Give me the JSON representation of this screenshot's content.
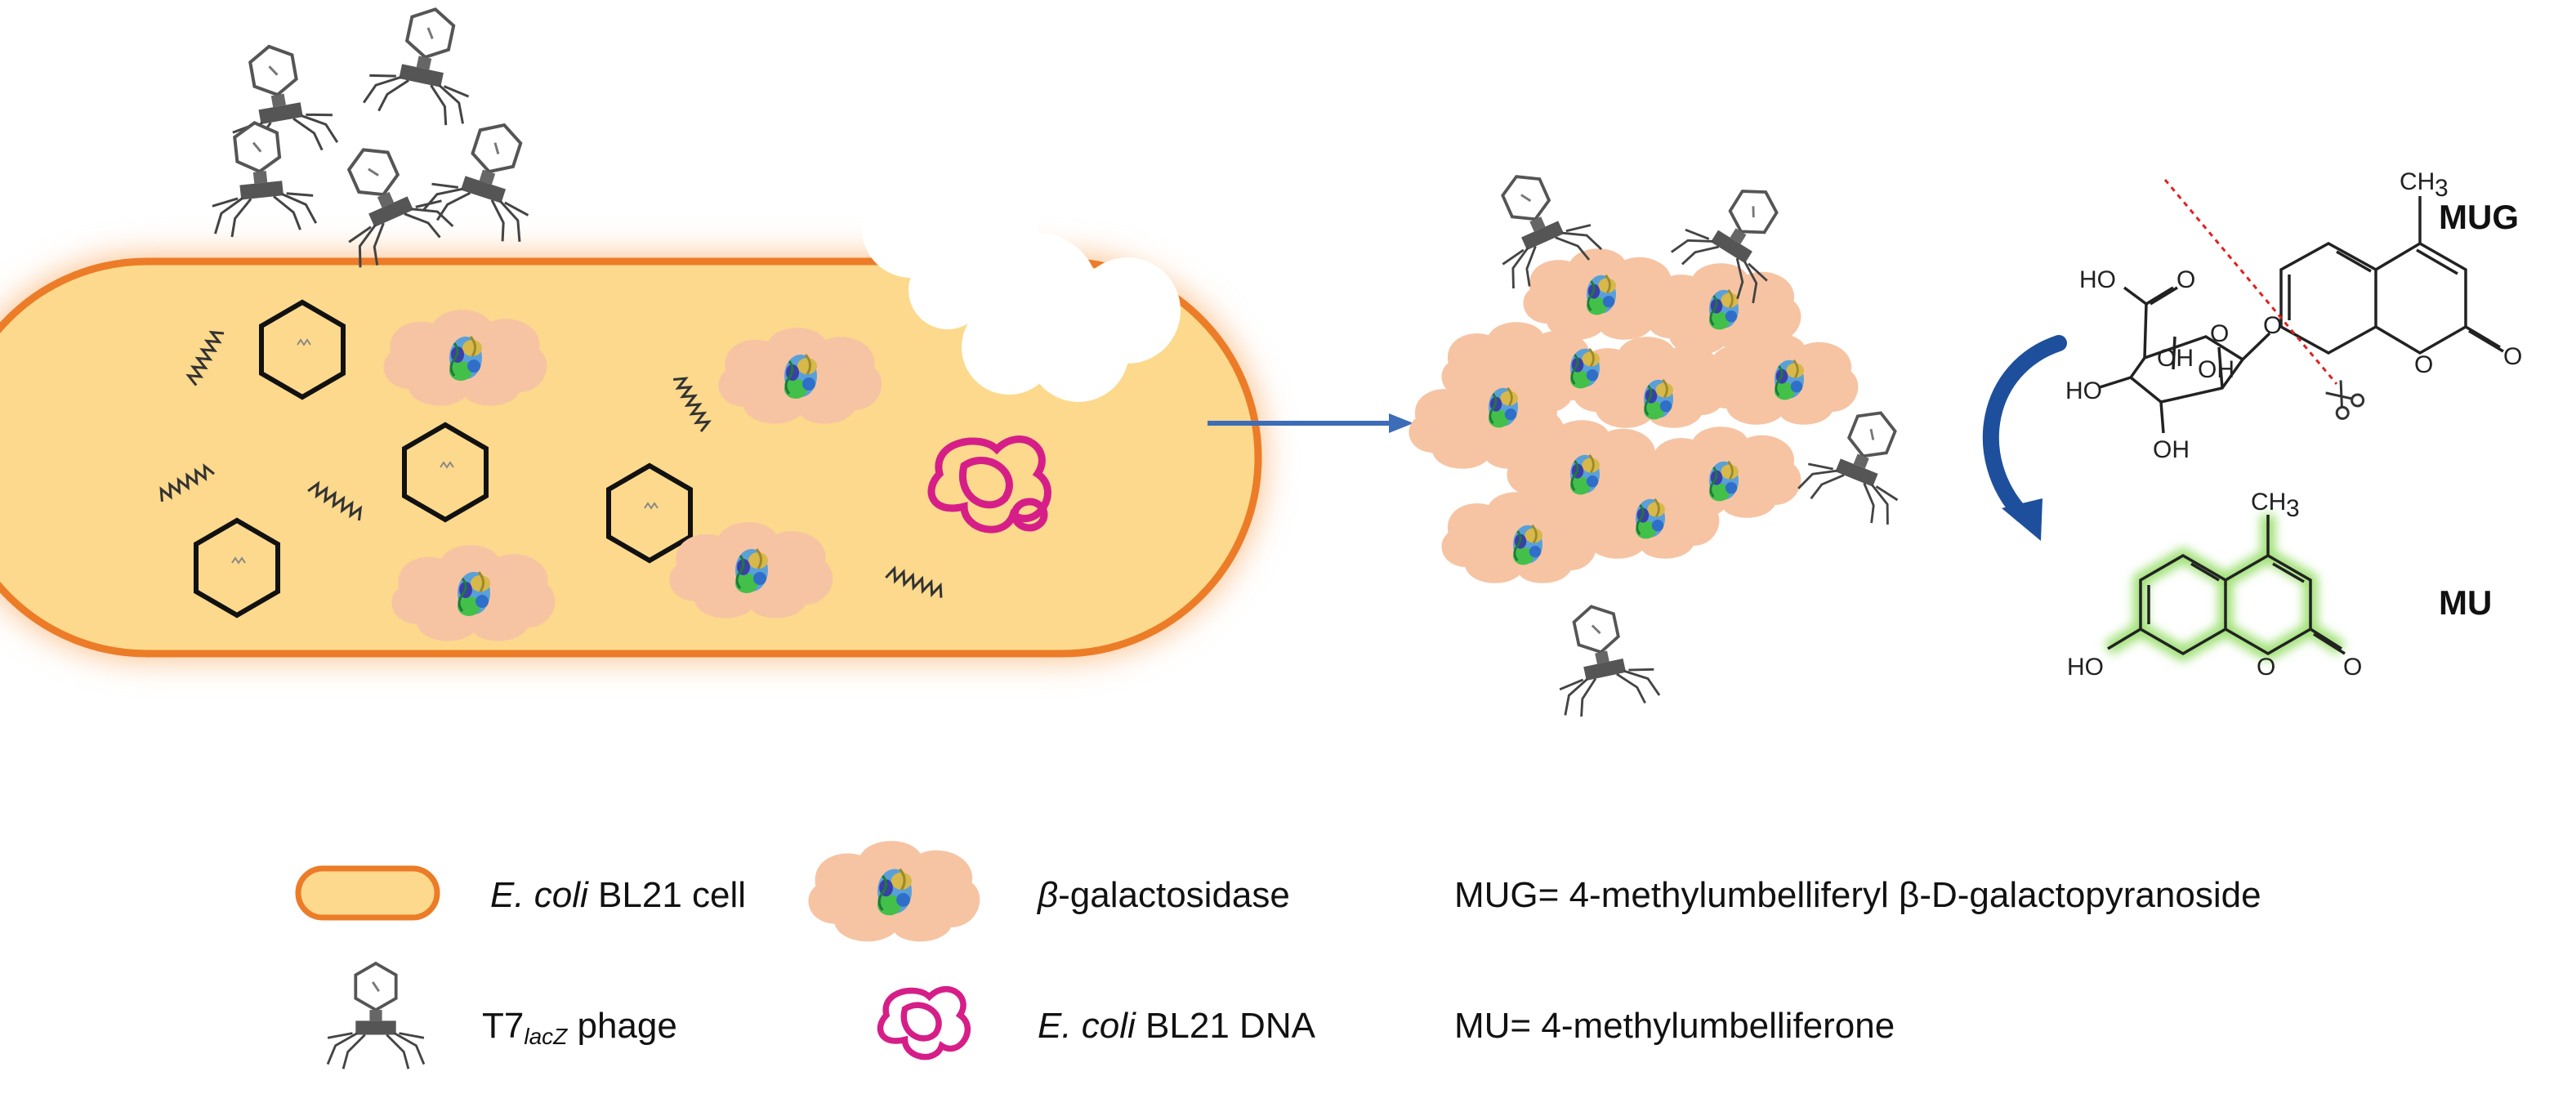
{
  "colors": {
    "cell_fill": "#fcd98c",
    "cell_border": "#ec7c27",
    "cell_glow": "#fbc89a",
    "enzyme_blob": "#f6c4a3",
    "dna_plasmid": "#d61e88",
    "arrow_blue": "#3d6cb8",
    "cleavage_line": "#e02020",
    "mu_glow": "#8fdc5e"
  },
  "icons": [
    "t7-phage-icon",
    "capsid-hexagon-icon",
    "genome-wave-icon",
    "beta-galactosidase-icon",
    "dna-plasmid-icon",
    "scissors-icon",
    "reaction-arrow-icon",
    "process-arrow-icon"
  ],
  "labels": {
    "mug": "MUG",
    "mu": "MU"
  },
  "chem": {
    "ch3_top": "CH",
    "ch3_top_sub": "3",
    "o_carbonyl": "O",
    "ho_acid": "HO",
    "o_ring": "O",
    "o_glyc": "O",
    "oh1": "OH",
    "oh2": "OH",
    "ho_left": "HO",
    "oh_bottom": "OH",
    "o_lactone": "O",
    "mu_ch3": "CH",
    "mu_ch3_sub": "3",
    "mu_ho": "HO",
    "mu_o_ring": "O",
    "mu_o_carbonyl": "O"
  },
  "legend": {
    "cell_prefix": "E. coli",
    "cell_suffix": " BL21 cell",
    "enzyme_prefix": "β",
    "enzyme_suffix": "-galactosidase",
    "mug_def": "MUG= 4-methylumbelliferyl β-D-galactopyranoside",
    "phage_main": "T7",
    "phage_sub": "lacZ",
    "phage_suffix": " phage",
    "dna_prefix": "E. coli",
    "dna_suffix": " BL21 DNA",
    "mu_def": "MU= 4-methylumbelliferone"
  }
}
